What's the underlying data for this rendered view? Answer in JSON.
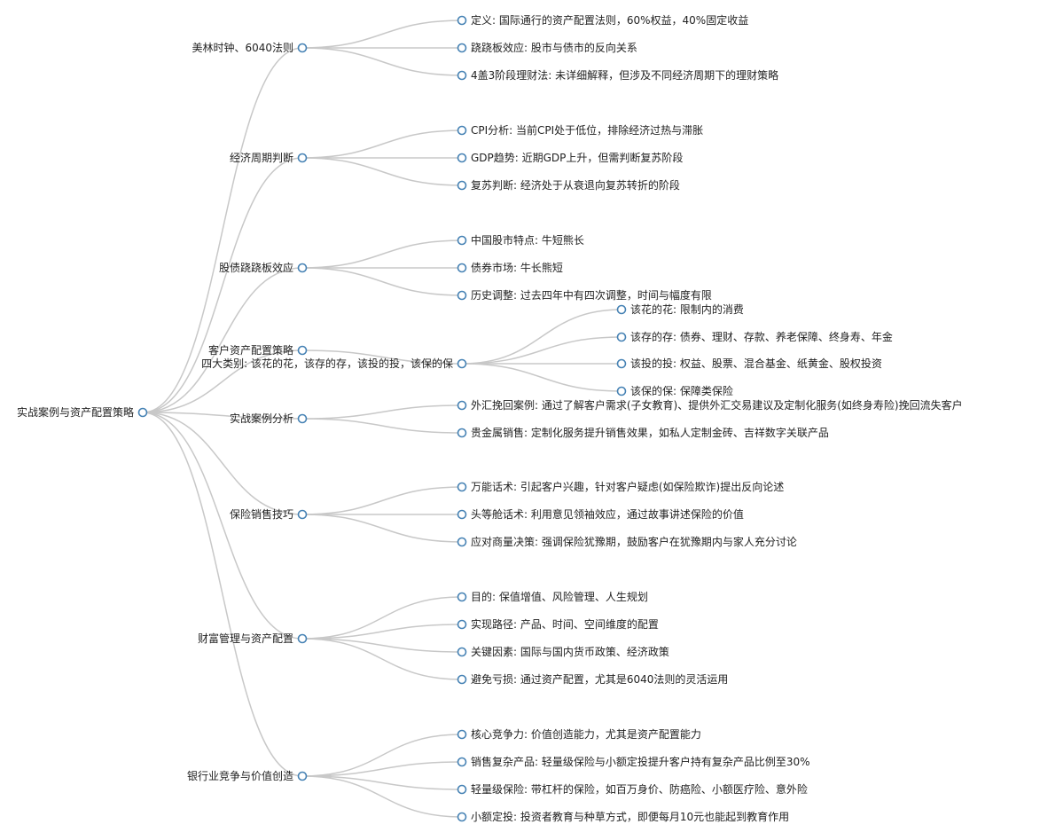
{
  "colors": {
    "link": "#c8c8c8",
    "node_stroke": "#4682b4",
    "node_fill": "#ffffff",
    "text": "#222222"
  },
  "tree": {
    "label": "实战案例与资产配置策略",
    "children": [
      {
        "label": "美林时钟、6040法则",
        "children": [
          {
            "label": "定义: 国际通行的资产配置法则，60%权益，40%固定收益"
          },
          {
            "label": "跷跷板效应: 股市与债市的反向关系"
          },
          {
            "label": "4盖3阶段理财法: 未详细解释，但涉及不同经济周期下的理财策略"
          }
        ]
      },
      {
        "label": "经济周期判断",
        "children": [
          {
            "label": "CPI分析: 当前CPI处于低位，排除经济过热与滞胀"
          },
          {
            "label": "GDP趋势: 近期GDP上升，但需判断复苏阶段"
          },
          {
            "label": "复苏判断: 经济处于从衰退向复苏转折的阶段"
          }
        ]
      },
      {
        "label": "股债跷跷板效应",
        "children": [
          {
            "label": "中国股市特点: 牛短熊长"
          },
          {
            "label": "债券市场: 牛长熊短"
          },
          {
            "label": "历史调整: 过去四年中有四次调整，时间与幅度有限"
          }
        ]
      },
      {
        "label": "客户资产配置策略",
        "children": [
          {
            "label": "四大类别: 该花的花，该存的存，该投的投，该保的保",
            "children": [
              {
                "label": "该花的花: 限制内的消费"
              },
              {
                "label": "该存的存: 债券、理财、存款、养老保障、终身寿、年金"
              },
              {
                "label": "该投的投: 权益、股票、混合基金、纸黄金、股权投资"
              },
              {
                "label": "该保的保: 保障类保险"
              }
            ]
          }
        ]
      },
      {
        "label": "实战案例分析",
        "children": [
          {
            "label": "外汇挽回案例: 通过了解客户需求(子女教育)、提供外汇交易建议及定制化服务(如终身寿险)挽回流失客户"
          },
          {
            "label": "贵金属销售: 定制化服务提升销售效果，如私人定制金砖、吉祥数字关联产品"
          }
        ]
      },
      {
        "label": "保险销售技巧",
        "children": [
          {
            "label": "万能话术: 引起客户兴趣，针对客户疑虑(如保险欺诈)提出反向论述"
          },
          {
            "label": "头等舱话术: 利用意见领袖效应，通过故事讲述保险的价值"
          },
          {
            "label": "应对商量决策: 强调保险犹豫期，鼓励客户在犹豫期内与家人充分讨论"
          }
        ]
      },
      {
        "label": "财富管理与资产配置",
        "children": [
          {
            "label": "目的: 保值增值、风险管理、人生规划"
          },
          {
            "label": "实现路径: 产品、时间、空间维度的配置"
          },
          {
            "label": "关键因素: 国际与国内货币政策、经济政策"
          },
          {
            "label": "避免亏损: 通过资产配置，尤其是6040法则的灵活运用"
          }
        ]
      },
      {
        "label": "银行业竞争与价值创造",
        "children": [
          {
            "label": "核心竞争力: 价值创造能力，尤其是资产配置能力"
          },
          {
            "label": "销售复杂产品: 轻量级保险与小额定投提升客户持有复杂产品比例至30%"
          },
          {
            "label": "轻量级保险: 带杠杆的保险，如百万身价、防癌险、小额医疗险、意外险"
          },
          {
            "label": "小额定投: 投资者教育与种草方式，即便每月10元也能起到教育作用"
          }
        ]
      }
    ]
  }
}
